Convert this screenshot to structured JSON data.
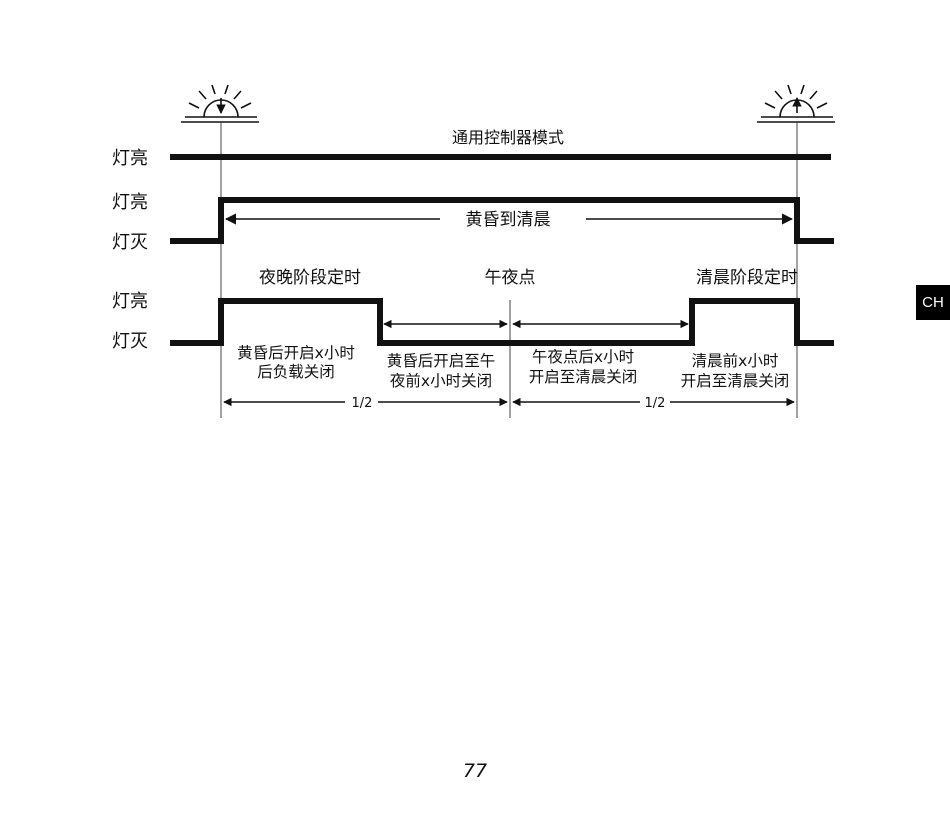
{
  "page_number": "77",
  "language_tab": "CH",
  "diagram": {
    "rows": {
      "generic": {
        "on_label": "灯亮",
        "mode_title": "通用控制器模式"
      },
      "dusk_to_dawn": {
        "on_label": "灯亮",
        "off_label": "灯灭",
        "span_label": "黄昏到清晨"
      },
      "timed": {
        "on_label": "灯亮",
        "off_label": "灯灭"
      }
    },
    "phase_titles": {
      "evening": "夜晚阶段定时",
      "midnight": "午夜点",
      "morning": "清晨阶段定时"
    },
    "segments": [
      {
        "line1": "黄昏后开启x小时",
        "line2": "后负载关闭"
      },
      {
        "line1": "黄昏后开启至午",
        "line2": "夜前x小时关闭"
      },
      {
        "line1": "午夜点后x小时",
        "line2": "开启至清晨关闭"
      },
      {
        "line1": "清晨前x小时",
        "line2": "开启至清晨关闭"
      }
    ],
    "half_labels": [
      "1/2",
      "1/2"
    ],
    "icons": {
      "dusk": "sunset-icon",
      "dawn": "sunrise-icon"
    },
    "colors": {
      "ink": "#111111",
      "tab_background": "#000000",
      "tab_text": "#ffffff"
    }
  }
}
